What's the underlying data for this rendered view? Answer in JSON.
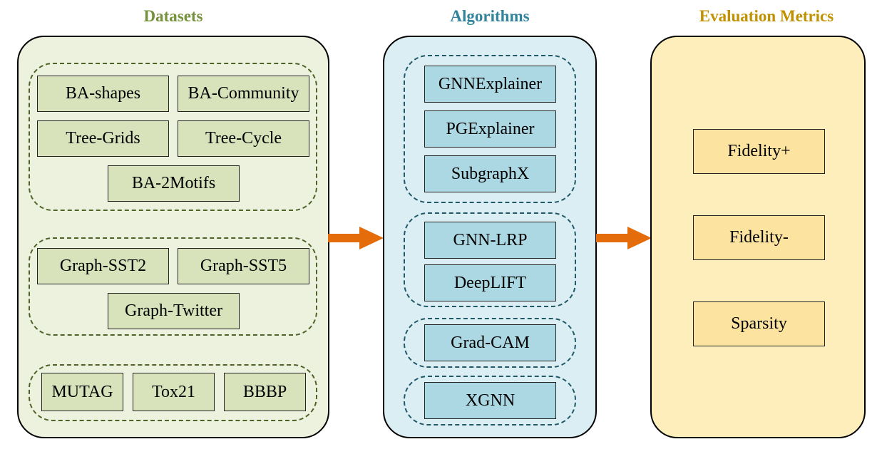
{
  "colors": {
    "datasets_title": "#76923c",
    "algorithms_title": "#31849b",
    "metrics_title": "#c09100",
    "datasets_panel": "#edf2df",
    "algorithms_panel": "#dbeef3",
    "metrics_panel": "#fdeebb",
    "datasets_box": "#d8e3bb",
    "algorithms_box": "#acd8e3",
    "metrics_box": "#fce4a0",
    "datasets_dash": "#4f6228",
    "algorithms_dash": "#215868",
    "arrow": "#e46c0a"
  },
  "datasets": {
    "title": "Datasets",
    "groups": [
      [
        "BA-shapes",
        "BA-Community",
        "Tree-Grids",
        "Tree-Cycle",
        "BA-2Motifs"
      ],
      [
        "Graph-SST2",
        "Graph-SST5",
        "Graph-Twitter"
      ],
      [
        "MUTAG",
        "Tox21",
        "BBBP"
      ]
    ]
  },
  "algorithms": {
    "title": "Algorithms",
    "groups": [
      [
        "GNNExplainer",
        "PGExplainer",
        "SubgraphX"
      ],
      [
        "GNN-LRP",
        "DeepLIFT"
      ],
      [
        "Grad-CAM"
      ],
      [
        "XGNN"
      ]
    ]
  },
  "metrics": {
    "title": "Evaluation Metrics",
    "items": [
      "Fidelity+",
      "Fidelity-",
      "Sparsity"
    ]
  }
}
